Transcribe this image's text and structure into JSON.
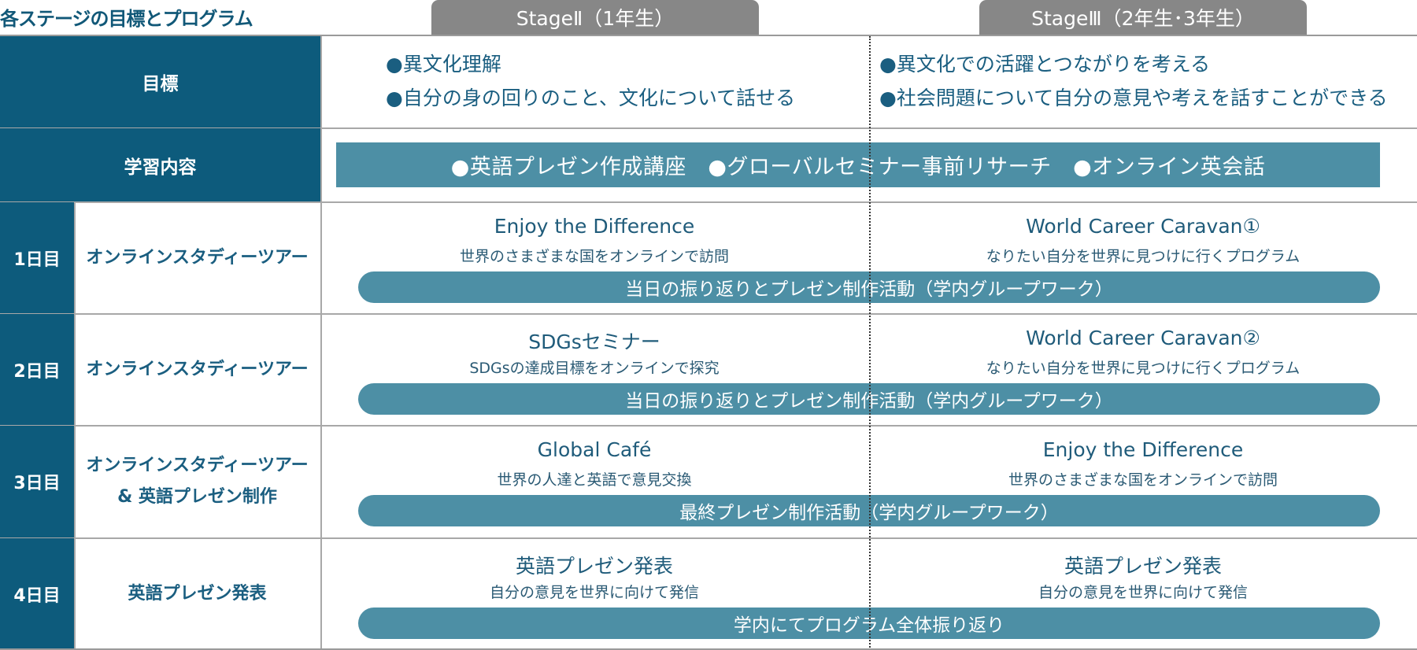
{
  "title": "各ステージの目標とプログラム",
  "stages": [
    "StageⅡ（1年生）",
    "StageⅢ（2年生･3年生）"
  ],
  "goals": {
    "label": "目標",
    "stage2": [
      "●異文化理解",
      "●自分の身の回りのこと、文化について話せる"
    ],
    "stage3": [
      "●異文化での活躍とつながりを考える",
      "●社会問題について自分の意見や考えを話すことができる"
    ]
  },
  "study": {
    "label": "学習内容",
    "content": "●英語プレゼン作成講座　●グローバルセミナー事前リサーチ　●オンライン英会話"
  },
  "days": [
    {
      "day": "1日目",
      "title": [
        "オンラインスタディーツアー"
      ],
      "stage2": {
        "title": "Enjoy the Difference",
        "sub": "世界のさまざまな国をオンラインで訪問"
      },
      "stage3": {
        "title": "World Career Caravan①",
        "sub": "なりたい自分を世界に見つけに行くプログラム"
      },
      "bar": "当日の振り返りとプレゼン制作活動（学内グループワーク）"
    },
    {
      "day": "2日目",
      "title": [
        "オンラインスタディーツアー"
      ],
      "stage2": {
        "title": "SDGsセミナー",
        "sub": "SDGsの達成目標をオンラインで探究"
      },
      "stage3": {
        "title": "World Career Caravan②",
        "sub": "なりたい自分を世界に見つけに行くプログラム"
      },
      "bar": "当日の振り返りとプレゼン制作活動（学内グループワーク）"
    },
    {
      "day": "3日目",
      "title": [
        "オンラインスタディーツアー",
        "& 英語プレゼン制作"
      ],
      "stage2": {
        "title": "Global Café",
        "sub": "世界の人達と英語で意見交換"
      },
      "stage3": {
        "title": "Enjoy the Difference",
        "sub": "世界のさまざまな国をオンラインで訪問"
      },
      "bar": "最終プレゼン制作活動（学内グループワーク）"
    },
    {
      "day": "4日目",
      "title": [
        "英語プレゼン発表"
      ],
      "stage2": {
        "title": "英語プレゼン発表",
        "sub": "自分の意見を世界に向けて発信"
      },
      "stage3": {
        "title": "英語プレゼン発表",
        "sub": "自分の意見を世界に向けて発信"
      },
      "bar": "学内にてプログラム全体振り返り"
    }
  ],
  "colors": {
    "navy": "#0d5b7c",
    "bar": "#4d8fa5",
    "tab": "#878787",
    "text": "#1a5e80"
  }
}
